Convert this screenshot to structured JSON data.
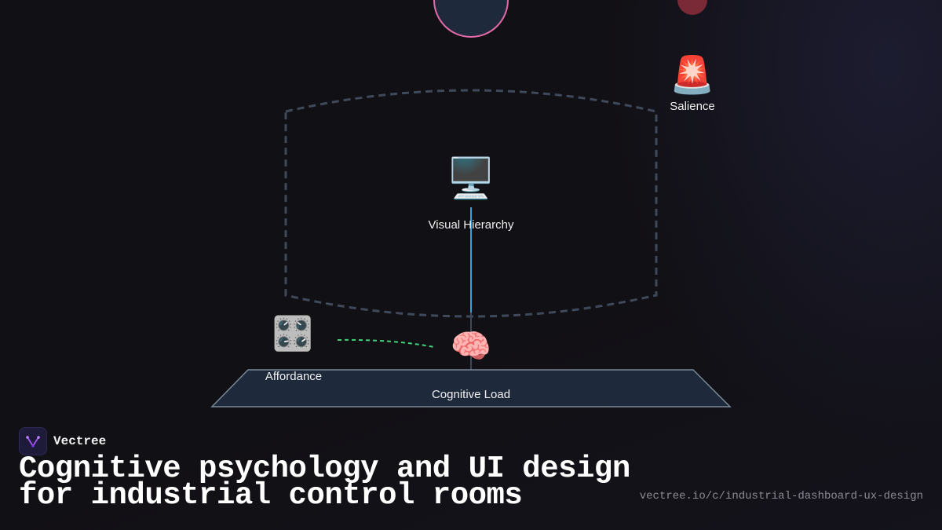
{
  "diagram": {
    "nodes": {
      "salience": {
        "label": "Salience",
        "icon": "police-light-icon",
        "glyph": "🚨"
      },
      "visual_hierarchy": {
        "label": "Visual Hierarchy",
        "icon": "desktop-computer-icon",
        "glyph": "🖥️"
      },
      "affordance": {
        "label": "Affordance",
        "icon": "control-knobs-icon",
        "glyph": "🎛️"
      },
      "cognitive_load_icon": {
        "icon": "brain-icon",
        "glyph": "🧠"
      },
      "cognitive_load": {
        "label": "Cognitive Load"
      }
    },
    "colors": {
      "top_circle_stroke": "#e26aa8",
      "top_circle_fill": "#1e2a3c",
      "red_circle": "#7a2a36",
      "dashed_frame": "#3e4a5c",
      "vertical_connector": "#3aa0d8",
      "green_connector": "#3fd27a",
      "platform_fill": "#1e2a3c",
      "platform_stroke": "#7a8796"
    }
  },
  "brand": {
    "name": "Vectree",
    "logo_icon": "vectree-logo-icon"
  },
  "headline": {
    "line1": "Cognitive psychology and UI design",
    "line2": "for industrial control rooms"
  },
  "url": "vectree.io/c/industrial-dashboard-ux-design"
}
